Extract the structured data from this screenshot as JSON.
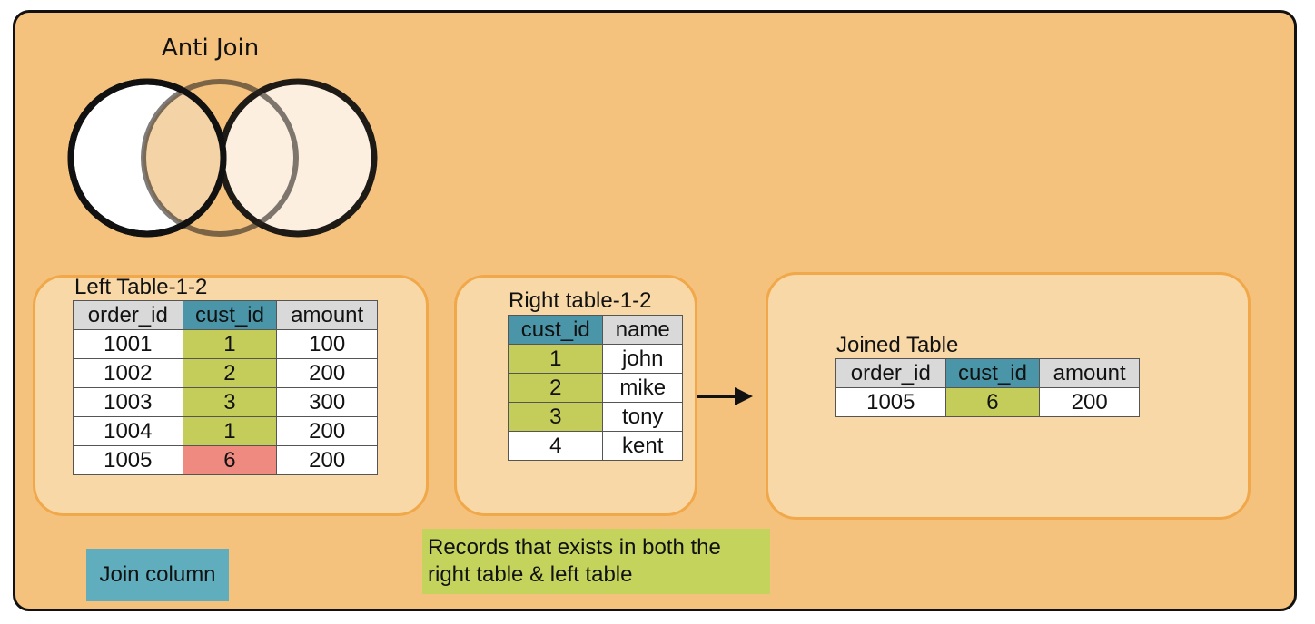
{
  "title": "Anti Join",
  "left_table": {
    "label": "Left Table-1-2",
    "columns": [
      "order_id",
      "cust_id",
      "amount"
    ],
    "rows": [
      [
        "1001",
        "1",
        "100"
      ],
      [
        "1002",
        "2",
        "200"
      ],
      [
        "1003",
        "3",
        "300"
      ],
      [
        "1004",
        "1",
        "200"
      ],
      [
        "1005",
        "6",
        "200"
      ]
    ]
  },
  "right_table": {
    "label": "Right table-1-2",
    "columns": [
      "cust_id",
      "name"
    ],
    "rows": [
      [
        "1",
        "john"
      ],
      [
        "2",
        "mike"
      ],
      [
        "3",
        "tony"
      ],
      [
        "4",
        "kent"
      ]
    ]
  },
  "joined_table": {
    "label": "Joined Table",
    "columns": [
      "order_id",
      "cust_id",
      "amount"
    ],
    "rows": [
      [
        "1005",
        "6",
        "200"
      ]
    ]
  },
  "legend": {
    "join_column": "Join column",
    "both_records": "Records that exists in both the right table & left table"
  },
  "colors": {
    "background": "#f5c27e",
    "panel": "#f8d8a6",
    "join_key": "#4a96a8",
    "match": "#c4cc5a",
    "no_match": "#ee8a80"
  }
}
